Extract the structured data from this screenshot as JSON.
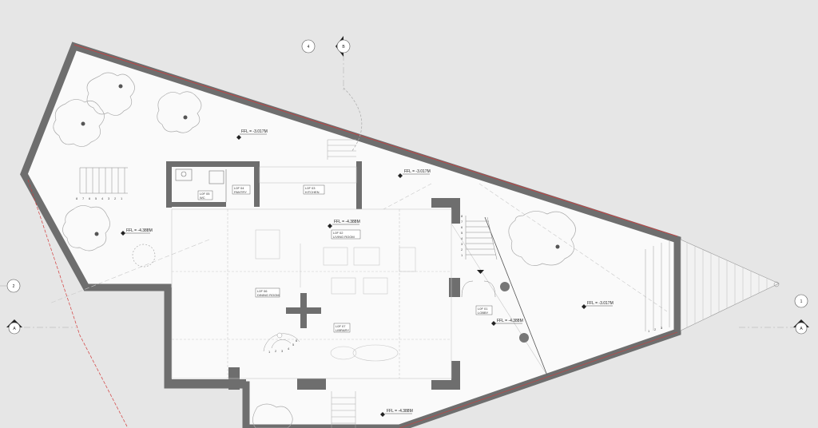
{
  "drawing": {
    "grid_labels": {
      "top_a": "4",
      "top_b": "B",
      "left": "2",
      "right": "1",
      "section_left": "A",
      "section_right": "A"
    },
    "levels": [
      {
        "id": "ffl-n",
        "text": "FFL = -3.017M"
      },
      {
        "id": "ffl-ne",
        "text": "FFL = -3.017M"
      },
      {
        "id": "ffl-w",
        "text": "FFL = -4.388M"
      },
      {
        "id": "ffl-c",
        "text": "FFL = -4.388M"
      },
      {
        "id": "ffl-e",
        "text": "FFL = -3.017M"
      },
      {
        "id": "ffl-lobby",
        "text": "FFL = -4.388M"
      },
      {
        "id": "ffl-s",
        "text": "FFL = -4.388M"
      }
    ],
    "rooms": [
      {
        "id": "wc",
        "code": "L0F 05",
        "name": "WC"
      },
      {
        "id": "pantry",
        "code": "L0F 04",
        "name": "PANTRY"
      },
      {
        "id": "kitchen",
        "code": "L0F 03",
        "name": "KITCHEN"
      },
      {
        "id": "living",
        "code": "L0F 02",
        "name": "LIVING ROOM"
      },
      {
        "id": "dining",
        "code": "L0F 06",
        "name": "DINING ROOM"
      },
      {
        "id": "library",
        "code": "L0F 07",
        "name": "LIBRARY"
      },
      {
        "id": "lobby",
        "code": "L0F 01",
        "name": "LOBBY"
      }
    ],
    "stair_w": [
      "8",
      "7",
      "6",
      "5",
      "4",
      "3",
      "2",
      "1"
    ],
    "stair_e": [
      "8",
      "7",
      "6",
      "5",
      "4",
      "3",
      "2",
      "1"
    ],
    "stair_spiral": [
      "1",
      "2",
      "3",
      "4",
      "5",
      "6"
    ],
    "stair_far_e": [
      "1",
      "2",
      "3"
    ],
    "colors": {
      "wall": "#6e6e6e",
      "boundary": "#d23c3c",
      "site": "#fafafa"
    }
  }
}
